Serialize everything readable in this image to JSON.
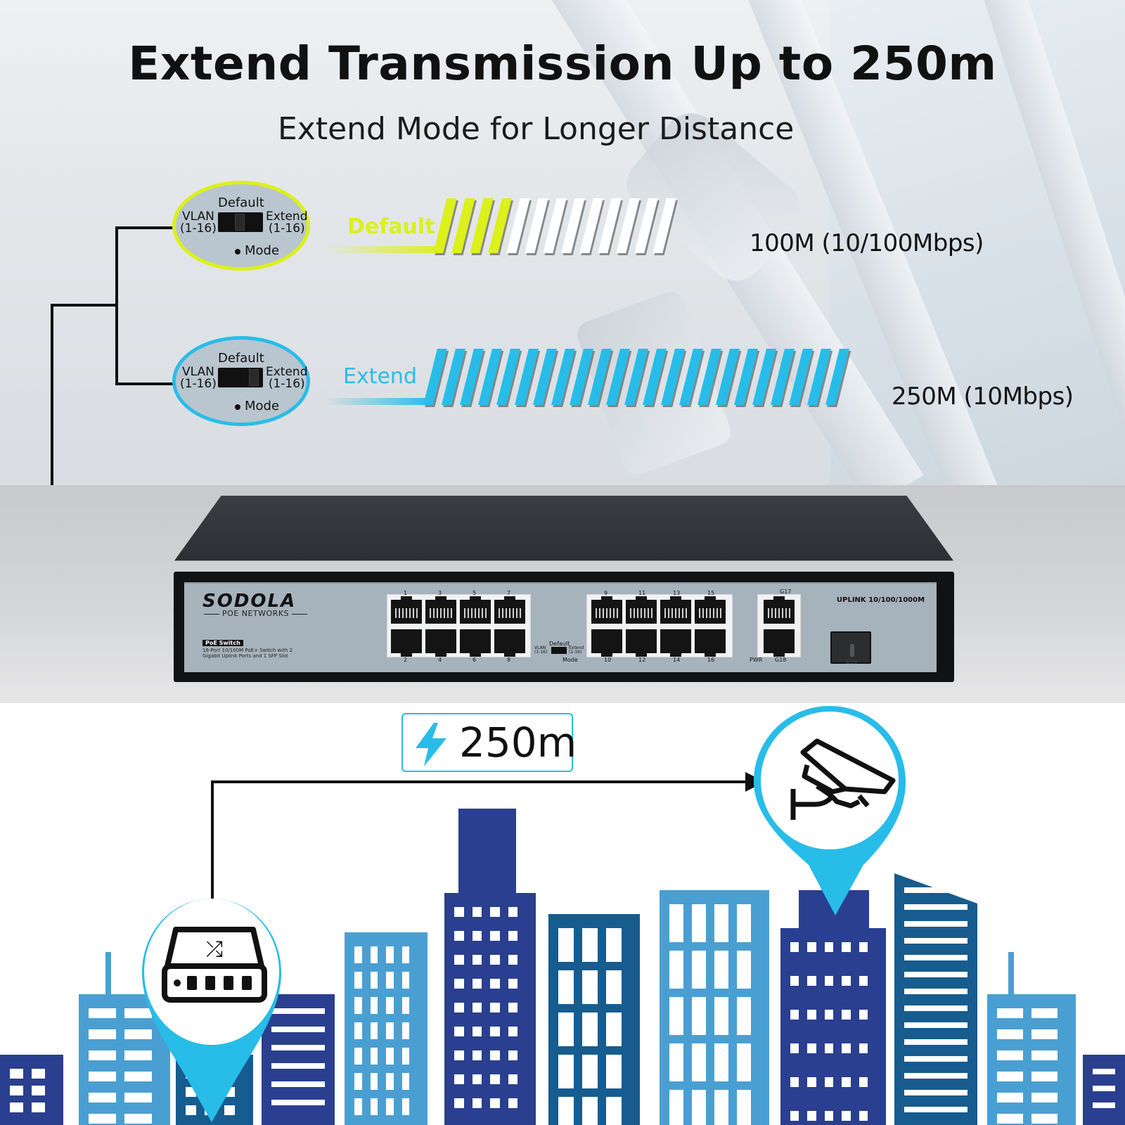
{
  "header": {
    "title": "Extend Transmission Up to 250m",
    "subtitle": "Extend Mode for Longer Distance"
  },
  "modes": [
    {
      "id": "default",
      "switch_labels": {
        "top": "Default",
        "left": "VLAN",
        "left_range": "(1-16)",
        "right": "Extend",
        "right_range": "(1-16)",
        "bottom": "Mode"
      },
      "bar_label": "Default",
      "color": "#dcf01a",
      "highlighted_stripes": 4,
      "total_stripes": 13,
      "distance_text": "100M  (10/100Mbps)"
    },
    {
      "id": "extend",
      "switch_labels": {
        "top": "Default",
        "left": "VLAN",
        "left_range": "(1-16)",
        "right": "Extend",
        "right_range": "(1-16)",
        "bottom": "Mode"
      },
      "bar_label": "Extend",
      "color": "#27bde8",
      "highlighted_stripes": 23,
      "total_stripes": 23,
      "distance_text": "250M  (10Mbps)"
    }
  ],
  "device": {
    "brand": "SODOLA",
    "brand_sub": "POE NETWORKS",
    "tag": "PoE Switch",
    "description": "16-Port 10/100M PoE+ Switch with 2 Gigabit Uplink Ports and 1 SFP Slot",
    "top_port_numbers": [
      "1",
      "3",
      "5",
      "7",
      "9",
      "11",
      "13",
      "15"
    ],
    "bottom_port_numbers": [
      "2",
      "4",
      "6",
      "8",
      "10",
      "12",
      "14",
      "16"
    ],
    "uplink_top": "G17",
    "uplink_bottom": "G18",
    "sfp_label": "G19",
    "power_label": "PWR",
    "uplink_label": "UPLINK 10/100/1000M",
    "panel_switch": {
      "top": "Default",
      "left": "VLAN (1-16)",
      "right": "Extend (1-16)",
      "bottom": "Mode"
    }
  },
  "diagram": {
    "distance_label": "250m",
    "distance_icon": "lightning-bolt-icon",
    "source_icon": "network-switch-icon",
    "target_icon": "security-camera-icon",
    "accent_color": "#27bde8"
  },
  "colors": {
    "default_accent": "#dcf01a",
    "extend_accent": "#27bde8",
    "building_dark": "#2a3f8f",
    "building_mid": "#175c8e",
    "building_light": "#4a9fd2"
  }
}
